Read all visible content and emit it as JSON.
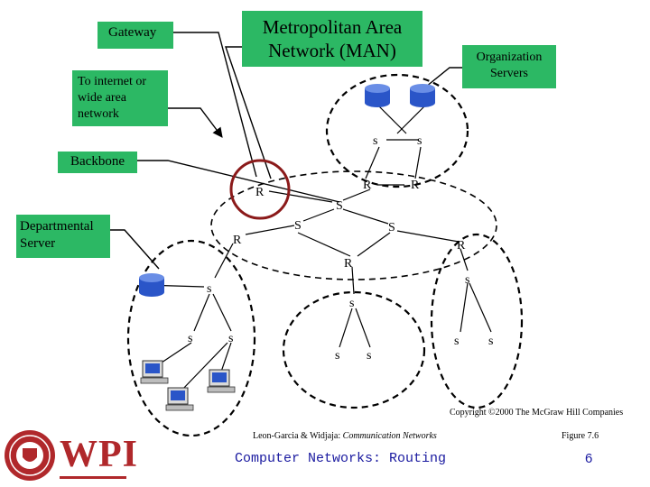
{
  "labels": {
    "gateway": "Gateway",
    "man_line1": "Metropolitan Area",
    "man_line2": "Network (MAN)",
    "org_line1": "Organization",
    "org_line2": "Servers",
    "internet_line1": "To internet or",
    "internet_line2": "wide area",
    "internet_line3": "network",
    "backbone": "Backbone",
    "dept_line1": "Departmental",
    "dept_line2": "Server"
  },
  "nodes": {
    "router": "R",
    "switch_upper": "S",
    "switch_lower": "s"
  },
  "footer": {
    "copyright": "Copyright ©2000 The McGraw Hill Companies",
    "citation_authors": "Leon-Garcia & Widjaja:",
    "citation_title": "Communication Networks",
    "figure": "Figure 7.6",
    "course_title": "Computer Networks: Routing",
    "page_number": "6",
    "logo_text": "WPI"
  },
  "colors": {
    "label_box": "#2cb864",
    "gateway_ring": "#8b1a1a",
    "server_disk": "#2a55c8",
    "logo_red": "#b0282b"
  }
}
